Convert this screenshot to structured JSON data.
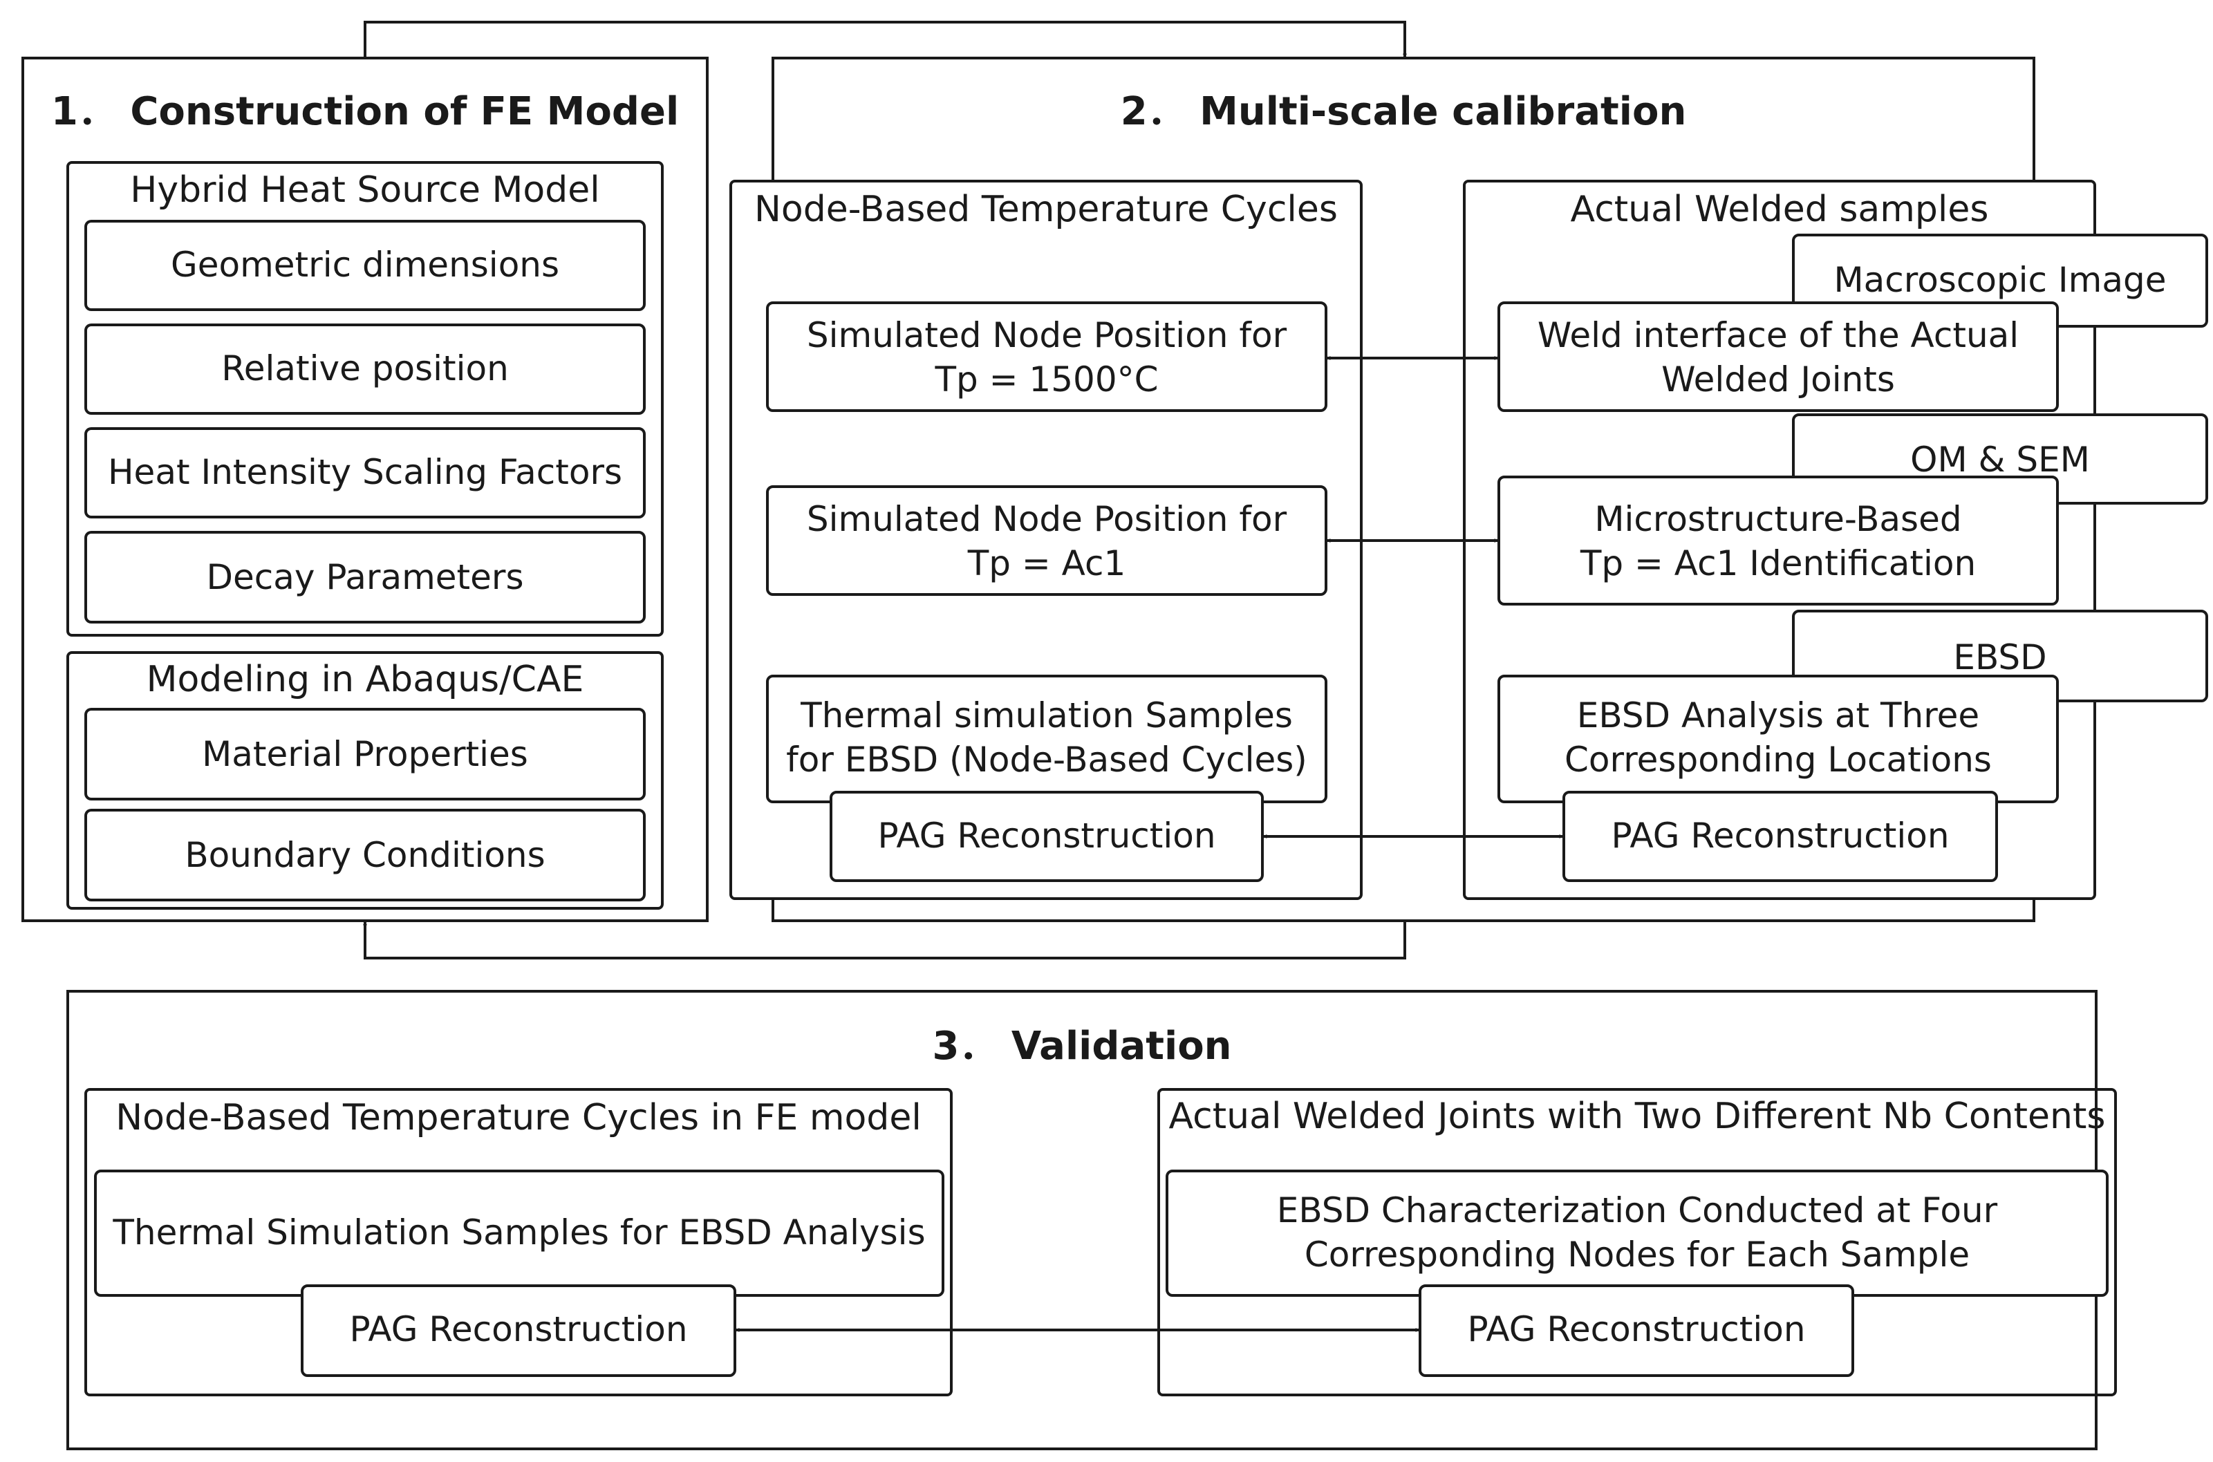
{
  "section1": {
    "title": "1．  Construction of FE Model",
    "heat_source": {
      "heading": "Hybrid Heat Source Model",
      "items": [
        "Geometric dimensions",
        "Relative position",
        "Heat Intensity Scaling Factors",
        "Decay Parameters"
      ]
    },
    "abaqus": {
      "heading": "Modeling in Abaqus/CAE",
      "items": [
        "Material Properties",
        "Boundary Conditions"
      ]
    }
  },
  "section2": {
    "title": "2．  Multi-scale calibration",
    "node_cycles": {
      "heading": "Node-Based Temperature Cycles",
      "sim_1500": [
        "Simulated Node Position for",
        "Tp = 1500°C"
      ],
      "sim_ac1": [
        "Simulated Node Position for",
        "Tp = Ac1"
      ],
      "thermal_sim": [
        "Thermal simulation Samples",
        "for EBSD (Node-Based Cycles)"
      ],
      "pag": "PAG Reconstruction"
    },
    "actual": {
      "heading": "Actual Welded samples",
      "macro_tab": "Macroscopic Image",
      "weld_interface": [
        "Weld interface of the Actual",
        "Welded Joints"
      ],
      "om_sem_tab": "OM & SEM",
      "micro": [
        "Microstructure-Based",
        "Tp = Ac1 Identification"
      ],
      "ebsd_tab": "EBSD",
      "ebsd_analysis": [
        "EBSD Analysis at Three",
        "Corresponding Locations"
      ],
      "pag": "PAG Reconstruction"
    }
  },
  "section3": {
    "title": "3．  Validation",
    "fe": {
      "heading": "Node-Based Temperature Cycles in FE model",
      "thermal": "Thermal Simulation Samples for EBSD Analysis",
      "pag": "PAG Reconstruction"
    },
    "joints": {
      "heading": "Actual Welded Joints with Two Different Nb Contents",
      "ebsd": [
        "EBSD Characterization Conducted at Four",
        "Corresponding Nodes for Each Sample"
      ],
      "pag": "PAG Reconstruction"
    }
  }
}
